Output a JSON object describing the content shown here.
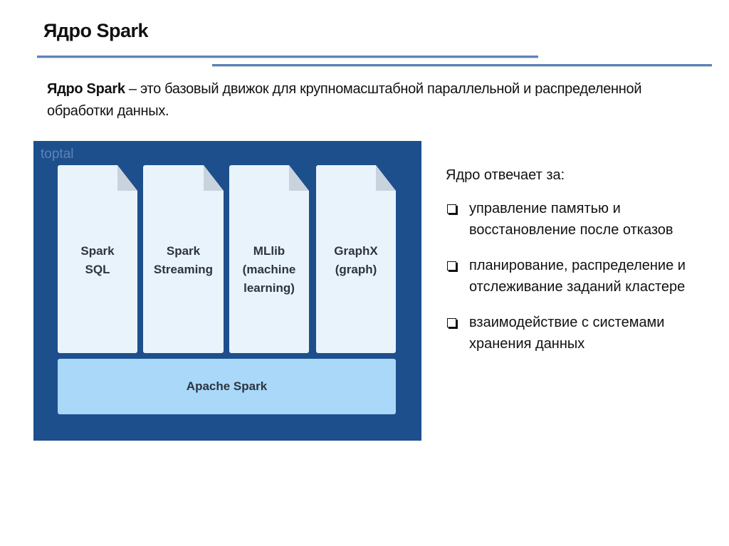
{
  "title": "Ядро Spark",
  "intro": {
    "bold": "Ядро Spark",
    "rest": " – это базовый движок для крупномасштабной параллельной и распределенной обработки данных."
  },
  "diagram": {
    "logo": "toptal",
    "components": [
      "Spark\nSQL",
      "Spark\nStreaming",
      "MLlib\n(machine\nlearning)",
      "GraphX\n(graph)"
    ],
    "base": "Apache Spark",
    "colors": {
      "background": "#1d4f8c",
      "card": "#e9f3fc",
      "base": "#a9d8f8"
    }
  },
  "responsibilities": {
    "heading": "Ядро отвечает за:",
    "items": [
      "управление памятью и восстановление после отказов",
      "планирование, распределение и отслеживание заданий кластере",
      "взаимодействие с системами хранения данных"
    ]
  }
}
